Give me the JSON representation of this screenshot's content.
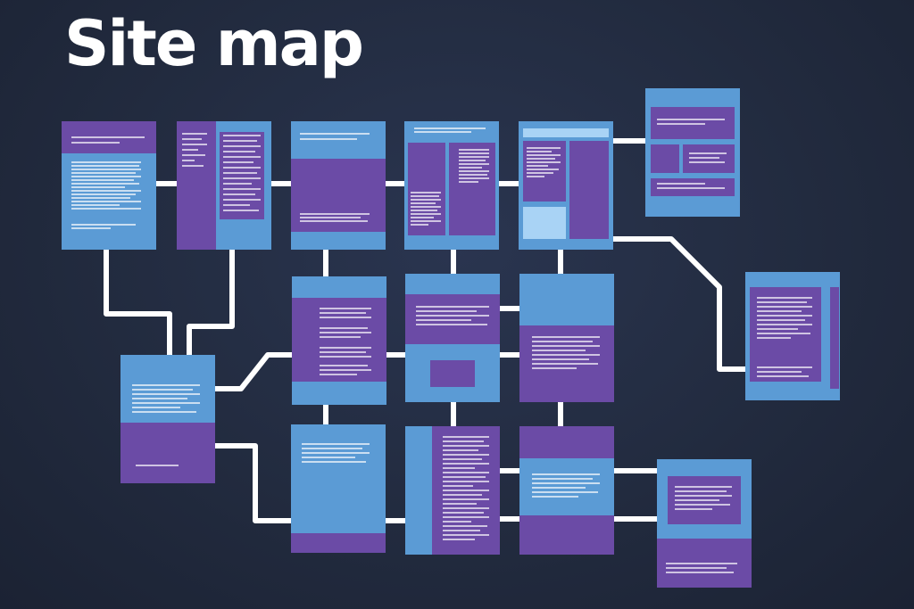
{
  "title": "Site map",
  "colors": {
    "background": "#222b3f",
    "connector": "#ffffff",
    "page_blue": "#5b9bd5",
    "page_purple": "#6b4ba6",
    "page_light": "#a9d3f5",
    "text_line": "#ffffff"
  },
  "nodes": [
    {
      "id": "page-1"
    },
    {
      "id": "page-2"
    },
    {
      "id": "page-3"
    },
    {
      "id": "page-4"
    },
    {
      "id": "page-5"
    },
    {
      "id": "page-6"
    },
    {
      "id": "page-7"
    },
    {
      "id": "page-8"
    },
    {
      "id": "page-9"
    },
    {
      "id": "page-10"
    },
    {
      "id": "page-11"
    },
    {
      "id": "page-12"
    },
    {
      "id": "page-13"
    },
    {
      "id": "page-14"
    },
    {
      "id": "page-15"
    },
    {
      "id": "page-16"
    }
  ],
  "edges": [
    [
      "page-1",
      "page-2"
    ],
    [
      "page-2",
      "page-3"
    ],
    [
      "page-3",
      "page-4"
    ],
    [
      "page-4",
      "page-5"
    ],
    [
      "page-5",
      "page-6"
    ],
    [
      "page-5",
      "page-7"
    ],
    [
      "page-1",
      "page-8"
    ],
    [
      "page-2",
      "page-8"
    ],
    [
      "page-3",
      "page-9"
    ],
    [
      "page-4",
      "page-10"
    ],
    [
      "page-5",
      "page-11"
    ],
    [
      "page-8",
      "page-9"
    ],
    [
      "page-8",
      "page-12"
    ],
    [
      "page-9",
      "page-10"
    ],
    [
      "page-10",
      "page-11"
    ],
    [
      "page-9",
      "page-12"
    ],
    [
      "page-10",
      "page-13"
    ],
    [
      "page-11",
      "page-14"
    ],
    [
      "page-12",
      "page-13"
    ],
    [
      "page-13",
      "page-14"
    ],
    [
      "page-14",
      "page-15"
    ]
  ]
}
